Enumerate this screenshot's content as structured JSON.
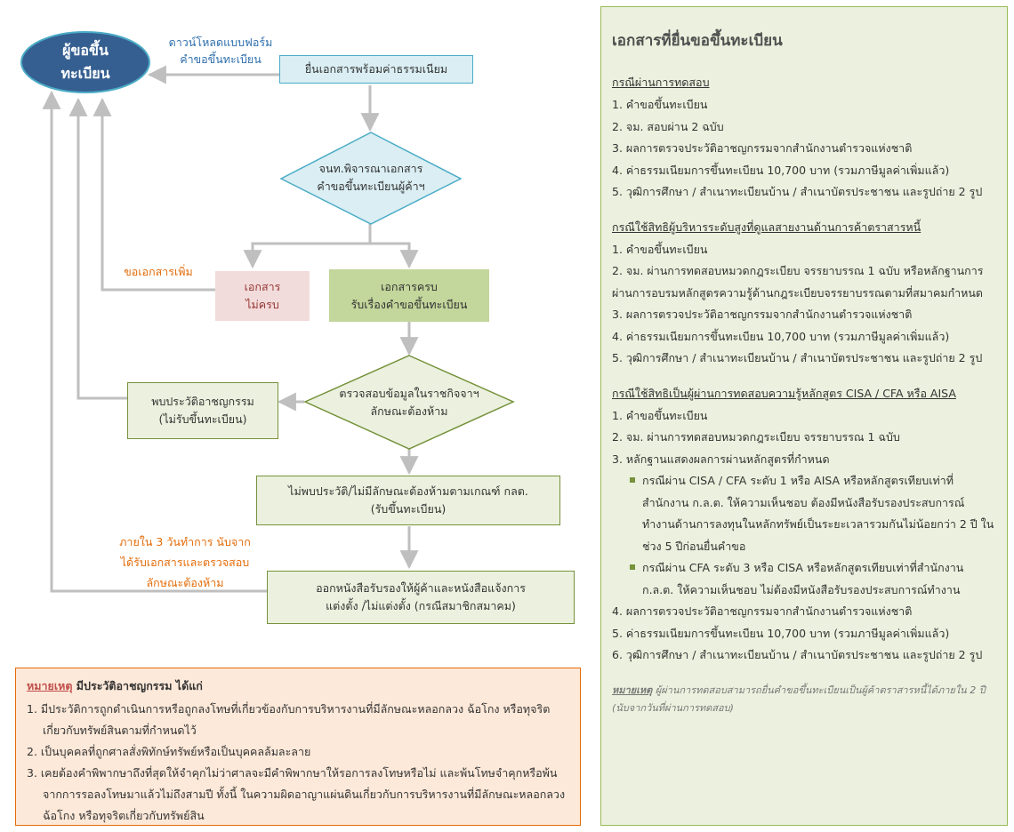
{
  "flow": {
    "applicant": "ผู้ขอขึ้น\nทะเบียน",
    "download_label": "ดาวน์โหลดแบบฟอร์ม\nคำขอขึ้นทะเบียน",
    "submit": "ยื่นเอกสารพร้อมค่าธรรมเนียม",
    "review": "จนท.พิจารณาเอกสาร\nคำขอขึ้นทะเบียนผู้ค้าฯ",
    "request_more_label": "ขอเอกสารเพิ่ม",
    "incomplete": "เอกสาร\nไม่ครบ",
    "complete": "เอกสารครบ\nรับเรื่องคำขอขึ้นทะเบียน",
    "found_record": "พบประวัติอาชญกรรม\n(ไม่รับขึ้นทะเบียน)",
    "check": "ตรวจสอบข้อมูลในราชกิจจาฯ\nลักษณะต้องห้าม",
    "no_record": "ไม่พบประวัติ/ไม่มีลักษณะต้องห้ามตามเกณฑ์ กลต.\n(รับขึ้นทะเบียน)",
    "within_label": "ภายใน 3 วันทำการ นับจาก\nได้รับเอกสารและตรวจสอบ\nลักษณะต้องห้าม",
    "issue": "ออกหนังสือรับรองให้ผู้ค้าและหนังสือแจ้งการ\nแต่งตั้ง /ไม่แต่งตั้ง (กรณีสมาชิกสมาคม)"
  },
  "note": {
    "head_underlined": "หมายเหตุ",
    "head_rest": " มีประวัติอาชญกรรม ได้แก่",
    "items": [
      "1. มีประวัติการถูกดำเนินการหรือถูกลงโทษที่เกี่ยวข้องกับการบริหารงานที่มีลักษณะหลอกลวง ฉ้อโกง หรือทุจริตเกี่ยวกับทรัพย์สินตามที่กำหนดไว้",
      "2. เป็นบุคคลที่ถูกศาลสั่งพิทักษ์ทรัพย์หรือเป็นบุคคลล้มละลาย",
      "3. เคยต้องคำพิพากษาถึงที่สุดให้จำคุกไม่ว่าศาลจะมีคำพิพากษาให้รอการลงโทษหรือไม่ และพ้นโทษจำคุกหรือพ้นจากการรอลงโทษมาแล้วไม่ถึงสามปี ทั้งนี้ ในความผิดอาญาแผ่นดินเกี่ยวกับการบริหารงานที่มีลักษณะหลอกลวง ฉ้อโกง หรือทุจริตเกี่ยวกับทรัพย์สิน"
    ]
  },
  "panel": {
    "title": "เอกสารที่ยื่นขอขึ้นทะเบียน",
    "sections": [
      {
        "heading": "กรณีผ่านการทดสอบ",
        "items": [
          "1. คำขอขึ้นทะเบียน",
          "2. จม. สอบผ่าน 2 ฉบับ",
          "3. ผลการตรวจประวัติอาชญกรรมจากสำนักงานตำรวจแห่งชาติ",
          "4. ค่าธรรมเนียมการขึ้นทะเบียน 10,700 บาท (รวมภาษีมูลค่าเพิ่มแล้ว)",
          "5. วุฒิการศึกษา / สำเนาทะเบียนบ้าน / สำเนาบัตรประชาชน และรูปถ่าย 2 รูป"
        ]
      },
      {
        "heading": "กรณีใช้สิทธิผู้บริหารระดับสูงที่ดูแลสายงานด้านการค้าตราสารหนี้",
        "items": [
          "1. คำขอขึ้นทะเบียน",
          "2. จม. ผ่านการทดสอบหมวดกฎระเบียบ จรรยาบรรณ 1 ฉบับ  หรือหลักฐานการผ่านการอบรมหลักสูตรความรู้ด้านกฎระเบียบจรรยาบรรณตามที่สมาคมกำหนด",
          "3. ผลการตรวจประวัติอาชญกรรมจากสำนักงานตำรวจแห่งชาติ",
          "4. ค่าธรรมเนียมการขึ้นทะเบียน 10,700 บาท (รวมภาษีมูลค่าเพิ่มแล้ว)",
          "5. วุฒิการศึกษา / สำเนาทะเบียนบ้าน / สำเนาบัตรประชาชน และรูปถ่าย 2 รูป"
        ]
      },
      {
        "heading": "กรณีใช้สิทธิเป็นผู้ผ่านการทดสอบความรู้หลักสูตร CISA / CFA หรือ AISA",
        "items_before": [
          "1. คำขอขึ้นทะเบียน",
          "2. จม. ผ่านการทดสอบหมวดกฎระเบียบ จรรยาบรรณ 1 ฉบับ",
          "3. หลักฐานแสดงผลการผ่านหลักสูตรที่กำหนด"
        ],
        "sub_items": [
          "กรณีผ่าน CISA / CFA ระดับ 1 หรือ AISA หรือหลักสูตรเทียบเท่าที่สำนักงาน ก.ล.ต. ให้ความเห็นชอบ ต้องมีหนังสือรับรองประสบการณ์ทำงานด้านการลงทุนในหลักทรัพย์เป็นระยะเวลารวมกันไม่น้อยกว่า 2 ปี ในช่วง 5 ปีก่อนยื่นคำขอ",
          "กรณีผ่าน CFA ระดับ 3 หรือ CISA หรือหลักสูตรเทียบเท่าที่สำนักงาน ก.ล.ต. ให้ความเห็นชอบ ไม่ต้องมีหนังสือรับรองประสบการณ์ทำงาน"
        ],
        "items_after": [
          "4. ผลการตรวจประวัติอาชญกรรมจากสำนักงานตำรวจแห่งชาติ",
          "5. ค่าธรรมเนียมการขึ้นทะเบียน 10,700 บาท (รวมภาษีมูลค่าเพิ่มแล้ว)",
          "6. วุฒิการศึกษา / สำเนาทะเบียนบ้าน / สำเนาบัตรประชาชน และรูปถ่าย 2 รูป"
        ]
      }
    ],
    "note_head": "หมายเหตุ",
    "note_body": " ผู้ผ่านการทดสอบสามารถยื่นคำขอขึ้นทะเบียนเป็นผู้ค้าตราสารหนี้ได้ภายใน 2 ปี (นับจากวันที่ผ่านการทดสอบ)"
  },
  "colors": {
    "applicant_fill": "#365f91",
    "submit_fill": "#daeef3",
    "submit_border": "#4bacc6",
    "incomplete_fill": "#f2dcdb",
    "complete_fill": "#c3d69b",
    "box_fill": "#ebf1de",
    "box_border": "#76923c",
    "connector": "#bfbfbf",
    "label_blue": "#2e6fad",
    "label_orange": "#e36c0a"
  }
}
